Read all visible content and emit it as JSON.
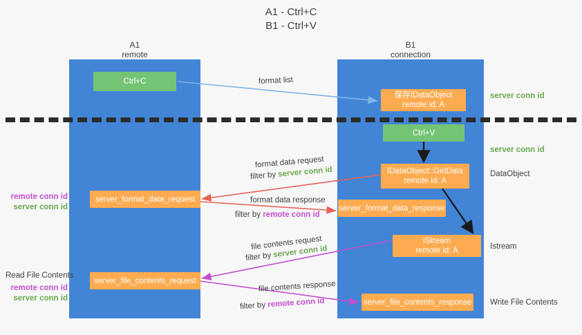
{
  "title": {
    "line1": "A1 - Ctrl+C",
    "line2": "B1 - Ctrl+V"
  },
  "lanes": [
    {
      "name": "A1",
      "subtitle": "remote"
    },
    {
      "name": "B1",
      "subtitle": "connection"
    }
  ],
  "colors": {
    "lane": "#4285d6",
    "green_box": "#74c476",
    "orange_box": "#fcab50",
    "server_conn_id": "#6aa84f",
    "remote_conn_id": "#c34fd0",
    "arrow_blue": "#7fb3e8",
    "arrow_black": "#1a1a1a",
    "arrow_red": "#e8625a",
    "arrow_purple": "#c34fd0",
    "background": "#f7f7f7",
    "divider": "#2b2b2b"
  },
  "nodes": {
    "ctrl_c": {
      "label": "Ctrl+C"
    },
    "save_idataobject": {
      "line1": "保存IDataObject",
      "line2": "remote id: A"
    },
    "ctrl_v": {
      "label": "Ctrl+V"
    },
    "getdata": {
      "line1": "IDataObject::GetData",
      "line2": "remote id: A"
    },
    "istream": {
      "line1": "IStream",
      "line2": "remote id: A"
    },
    "server_format_data_request": {
      "label": "server_format_data_request"
    },
    "server_format_data_response": {
      "label": "server_format_data_response"
    },
    "server_file_contents_request": {
      "label": "server_file_contents_request"
    },
    "server_file_contents_response": {
      "label": "server_file_contents_response"
    }
  },
  "edge_labels": {
    "format_list": {
      "text": "format list"
    },
    "format_data_request": {
      "text": "format data request"
    },
    "format_data_request_filter": {
      "prefix": "filter by ",
      "token": "server conn id"
    },
    "format_data_response": {
      "text": "format data response"
    },
    "format_data_response_filter": {
      "prefix": "filter by ",
      "token": "remote conn id"
    },
    "file_contents_request": {
      "text": "file contents request"
    },
    "file_contents_request_filter": {
      "prefix": "filter by ",
      "token": "server conn id"
    },
    "file_contents_response": {
      "text": "file contents response"
    },
    "file_contents_response_filter": {
      "prefix": "filter by ",
      "token": "remote conn id"
    }
  },
  "right_labels": {
    "server_conn_id_top": "server conn id",
    "server_conn_id_second": "server conn id",
    "dataobject": "DataObject",
    "istream": "Istream",
    "write_file_contents": "Write File Contents"
  },
  "left_labels": {
    "remote_conn_id_1": "remote conn id",
    "server_conn_id_1": "server conn id",
    "read_file_contents": "Read File Contents",
    "remote_conn_id_2": "remote conn id",
    "server_conn_id_2": "server conn id"
  }
}
